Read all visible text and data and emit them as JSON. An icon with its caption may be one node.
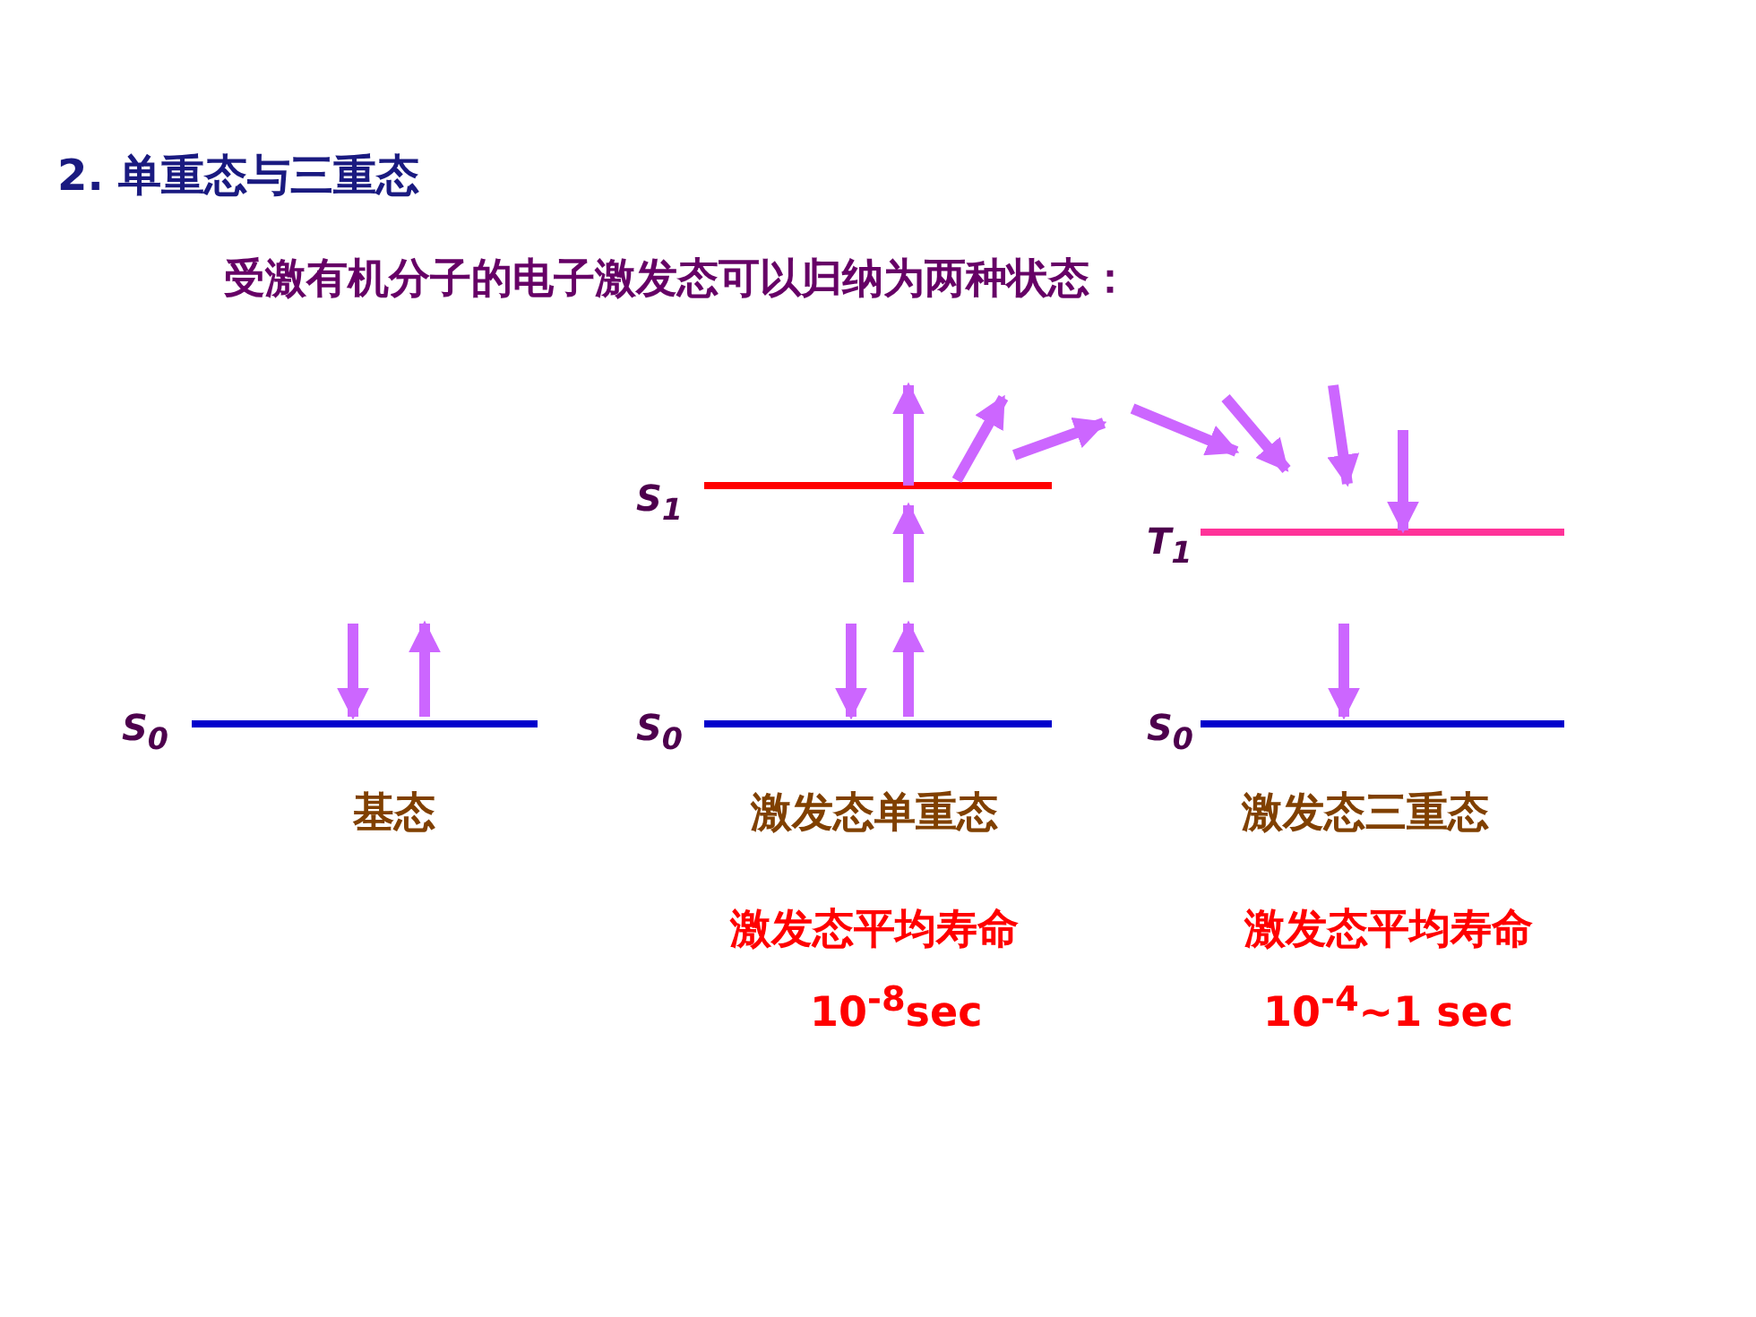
{
  "diagram": {
    "title": "2. 单重态与三重态",
    "labels": [
      "受激有机分子的电子激发态可以归纳为两种状态：",
      "S$_{1}$",
      "T$_{1}$",
      "S$_{0}$",
      "S$_{0}$",
      "S$_{0}$",
      "基态",
      "激发态单重态",
      "激发态三重态",
      "激发态平均寿命",
      "激发态平均寿命",
      "10$^{-8}$sec",
      "10$^{-4}$~1 sec"
    ]
  }
}
